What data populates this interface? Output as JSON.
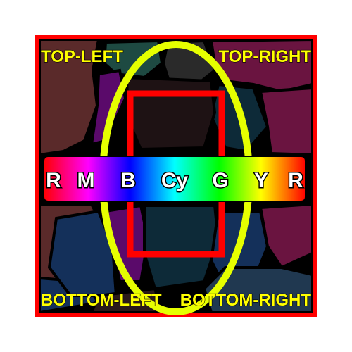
{
  "labels": {
    "top_left": "TOP-LEFT",
    "top_right": "TOP-RIGHT",
    "bottom_left": "BOTTOM-LEFT",
    "bottom_right": "BOTTOM-RIGHT"
  },
  "spectrum": {
    "letters": [
      "R",
      "M",
      "B",
      "Cy",
      "G",
      "Y",
      "R"
    ],
    "colors": [
      "#ff0000",
      "#ff00ff",
      "#0000ff",
      "#00ffff",
      "#00ff00",
      "#ffff00",
      "#ff0000"
    ]
  },
  "colors": {
    "frame": "#ff0000",
    "ellipse": "#e6ff00",
    "inner_rect": "#ff0000",
    "label_fill": "#ffff00",
    "background_cells": "#000000"
  }
}
